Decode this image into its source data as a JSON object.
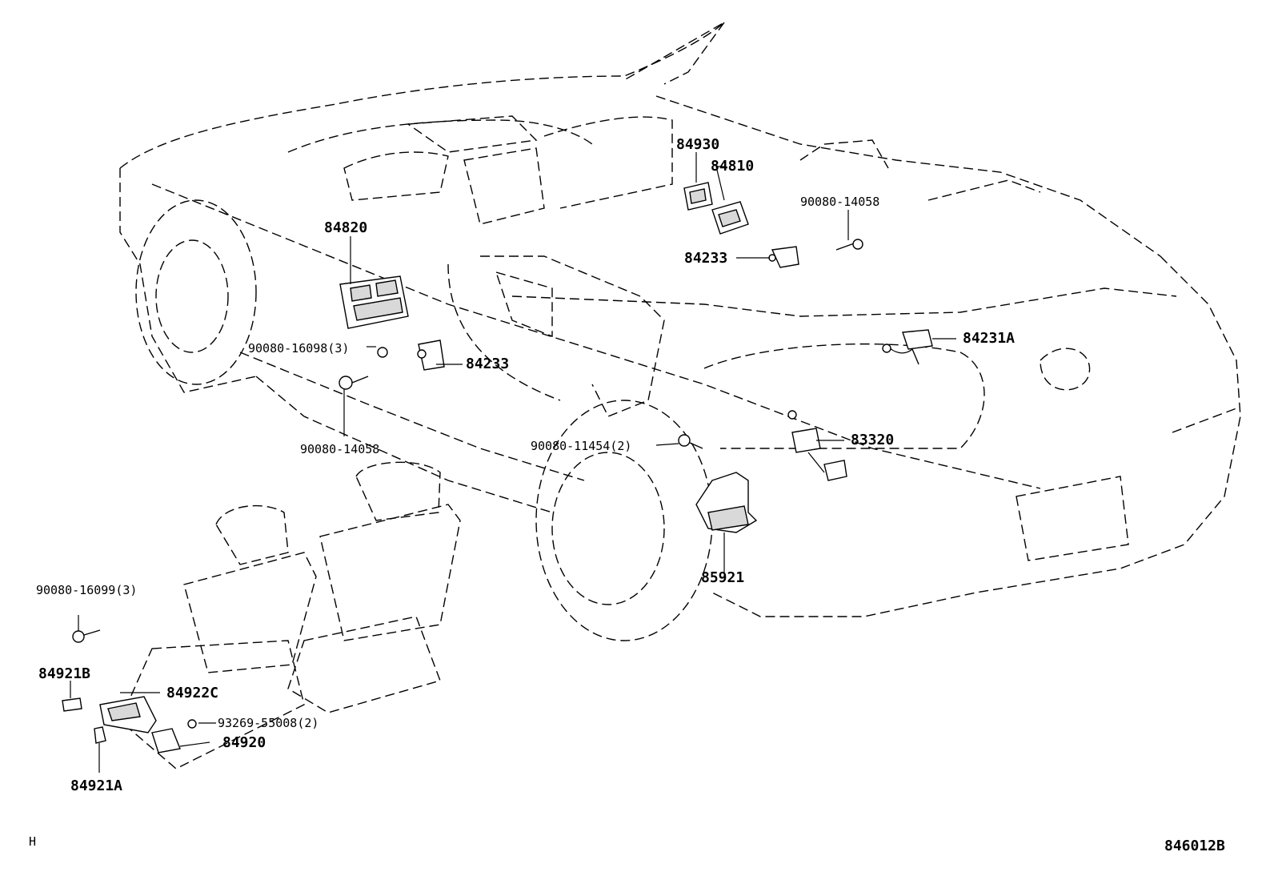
{
  "labels": {
    "p84930": "84930",
    "p84810": "84810",
    "p90080_14058_top": "90080-14058",
    "p84233_top": "84233",
    "p84820": "84820",
    "p90080_16098": "90080-16098(3)",
    "p84233_mid": "84233",
    "p90080_14058_mid": "90080-14058",
    "p84231A": "84231A",
    "p83320": "83320",
    "p90080_11454": "90080-11454(2)",
    "p85921": "85921",
    "p90080_16099": "90080-16099(3)",
    "p84921B": "84921B",
    "p84922C": "84922C",
    "p93269_55008": "93269-55008(2)",
    "p84920": "84920",
    "p84921A": "84921A"
  },
  "corner_mark": "H",
  "figure_code": "846012B"
}
